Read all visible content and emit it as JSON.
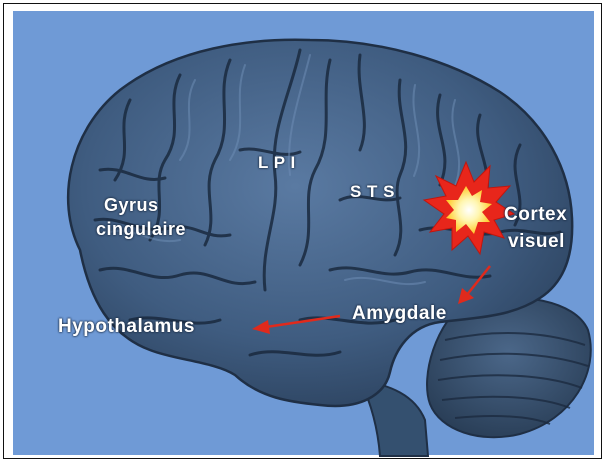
{
  "labels": {
    "lpi": "L P I",
    "sts": "S T S",
    "gyrus": "Gyrus",
    "cingulaire": "cingulaire",
    "cortex": "Cortex",
    "visuel": "visuel",
    "amygdale": "Amygdale",
    "hypothalamus": "Hypothalamus"
  },
  "colors": {
    "background": "#6f9ad6",
    "brain": "#3f5c80",
    "arrow": "#e02a1c",
    "burst": "#e8261b",
    "burst_core": "#ffd83a"
  }
}
